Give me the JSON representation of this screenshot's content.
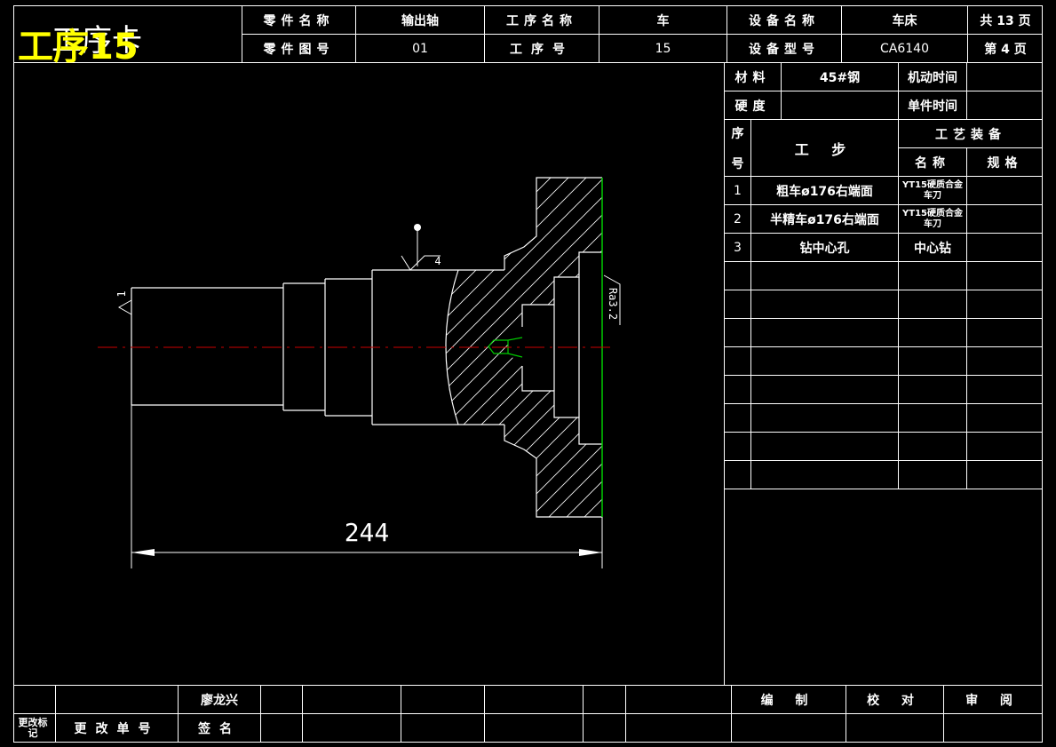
{
  "header": {
    "title_primary": "工序卡",
    "title_overlay": "工序15",
    "part_name_label": "零件名称",
    "part_name": "输出轴",
    "process_name_label": "工序名称",
    "process_name": "车",
    "equipment_name_label": "设备名称",
    "equipment_name": "车床",
    "total_pages": "共 13 页",
    "drawing_no_label": "零件图号",
    "drawing_no": "01",
    "process_no_label": "工序号",
    "process_no": "15",
    "equipment_model_label": "设备型号",
    "equipment_model": "CA6140",
    "page_no": "第 4 页"
  },
  "info": {
    "material_label": "材料",
    "material": "45#钢",
    "machine_time_label": "机动时间",
    "machine_time": "",
    "hardness_label": "硬度",
    "hardness": "",
    "unit_time_label": "单件时间",
    "unit_time": ""
  },
  "steps_table": {
    "seq_label_top": "序",
    "seq_label_bottom": "号",
    "step_label": "工 步",
    "equipment_label": "工艺装备",
    "name_label": "名称",
    "spec_label": "规格",
    "rows": [
      {
        "seq": "1",
        "step": "粗车ø176右端面",
        "tool": "YT15硬质合金车刀",
        "spec": ""
      },
      {
        "seq": "2",
        "step": "半精车ø176右端面",
        "tool": "YT15硬质合金车刀",
        "spec": ""
      },
      {
        "seq": "3",
        "step": "钻中心孔",
        "tool": "中心钻",
        "spec": ""
      }
    ]
  },
  "drawing": {
    "dimension_length": "244",
    "roughness_left": "1",
    "roughness_top": "4",
    "roughness_right": "Ra3.2"
  },
  "footer": {
    "designer": "廖龙兴",
    "change_mark_label": "更改标记",
    "change_no_label": "更改单号",
    "sign_label": "签名",
    "compile_label": "编 制",
    "check_label": "校 对",
    "review_label": "审 阅"
  },
  "colors": {
    "line": "#ffffff",
    "centerline": "#cc0000",
    "machined_surface": "#00cc00",
    "title_overlay": "#ffff00"
  }
}
